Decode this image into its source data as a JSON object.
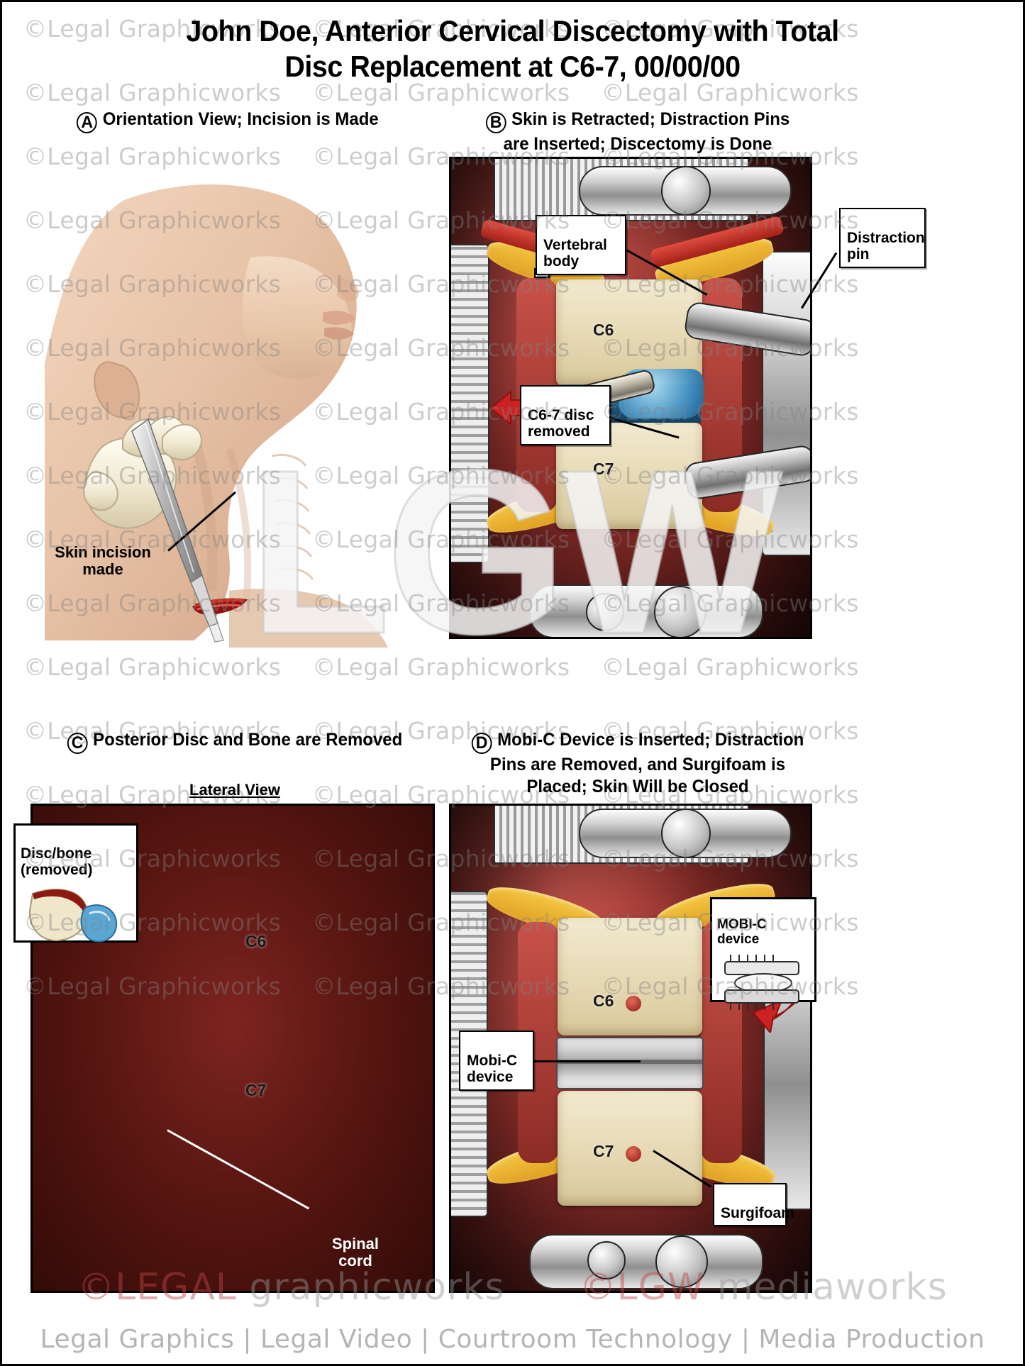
{
  "document": {
    "title_line1": "John Doe, Anterior Cervical Discectomy with Total",
    "title_line2": "Disc Replacement at C6-7, 00/00/00"
  },
  "watermark": {
    "text": "©Legal Graphicworks",
    "monogram": "LGW"
  },
  "panels": [
    {
      "id": "A",
      "letter": "A",
      "caption_line1": "Orientation View; Incision is Made",
      "caption_line2": "",
      "sub_view": "",
      "labels": [
        {
          "name": "skin-incision",
          "text": "Skin incision\nmade",
          "style": "plain"
        }
      ]
    },
    {
      "id": "B",
      "letter": "B",
      "caption_line1": "Skin is Retracted; Distraction Pins",
      "caption_line2": "are Inserted; Discectomy is Done",
      "sub_view": "",
      "labels": [
        {
          "name": "vertebral-body",
          "text": "Vertebral\nbody",
          "style": "callout"
        },
        {
          "name": "distraction-pin",
          "text": "Distraction\npin",
          "style": "callout"
        },
        {
          "name": "c6-7-disc-removed",
          "text": "C6-7 disc\nremoved",
          "style": "callout"
        },
        {
          "name": "c6-vertebra",
          "text": "C6",
          "style": "bone"
        },
        {
          "name": "c7-vertebra",
          "text": "C7",
          "style": "bone"
        }
      ]
    },
    {
      "id": "C",
      "letter": "C",
      "caption_line1": "Posterior Disc and Bone are Removed",
      "caption_line2": "",
      "sub_view": "Lateral View",
      "labels": [
        {
          "name": "disc-bone-removed-inset",
          "text": "Disc/bone\n(removed)",
          "style": "inset"
        },
        {
          "name": "c6-vertebra",
          "text": "C6",
          "style": "bone"
        },
        {
          "name": "c7-vertebra",
          "text": "C7",
          "style": "bone"
        },
        {
          "name": "spinal-cord",
          "text": "Spinal\ncord",
          "style": "plain-white"
        }
      ]
    },
    {
      "id": "D",
      "letter": "D",
      "caption_line1": "Mobi-C Device is Inserted; Distraction",
      "caption_line2": "Pins are Removed, and Surgifoam is",
      "caption_line3": "Placed; Skin Will be Closed",
      "sub_view": "",
      "labels": [
        {
          "name": "mobi-c-device-inset",
          "text": "MOBI-C device",
          "style": "inset"
        },
        {
          "name": "mobi-c-device",
          "text": "Mobi-C\ndevice",
          "style": "callout"
        },
        {
          "name": "surgifoam",
          "text": "Surgifoam",
          "style": "callout"
        },
        {
          "name": "c6-vertebra",
          "text": "C6",
          "style": "bone"
        },
        {
          "name": "c7-vertebra",
          "text": "C7",
          "style": "bone"
        }
      ]
    }
  ],
  "footer": {
    "tagline": "Legal Graphics | Legal Video | Courtroom Technology | Media Production",
    "brand_left": "©LEGAL",
    "brand_left_2": "graphicworks",
    "brand_right": "©LGW",
    "brand_right_2": "mediaworks"
  },
  "colors": {
    "accent_red": "#cc2222",
    "bone": "#e8dcb8",
    "disc_blue": "#4f9ac9",
    "metal": "#b9b9b9",
    "ink": "#000000"
  }
}
